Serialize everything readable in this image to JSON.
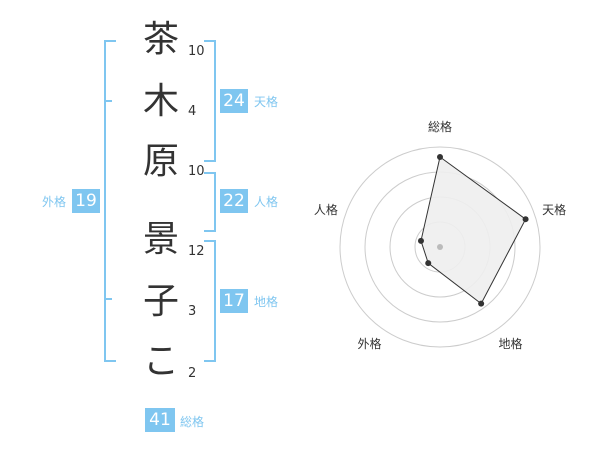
{
  "name": {
    "chars": [
      "茶",
      "木",
      "原",
      "景",
      "子",
      "こ"
    ],
    "strokes": [
      "10",
      "4",
      "10",
      "12",
      "3",
      "2"
    ]
  },
  "kaku": {
    "tenkaku": {
      "value": "24",
      "label": "天格"
    },
    "jinkaku": {
      "value": "22",
      "label": "人格"
    },
    "chikaku": {
      "value": "17",
      "label": "地格"
    },
    "gaikaku": {
      "value": "19",
      "label": "外格"
    },
    "soukaku": {
      "value": "41",
      "label": "総格"
    }
  },
  "chart_data": {
    "type": "radar",
    "axes": [
      "総格",
      "天格",
      "地格",
      "外格",
      "人格"
    ],
    "values": [
      0.9,
      0.9,
      0.7,
      0.2,
      0.2
    ],
    "rings": 4,
    "colors": {
      "fill": "#eeeeee",
      "stroke": "#333333",
      "ring": "#cccccc",
      "accent": "#7fc6f0"
    }
  }
}
